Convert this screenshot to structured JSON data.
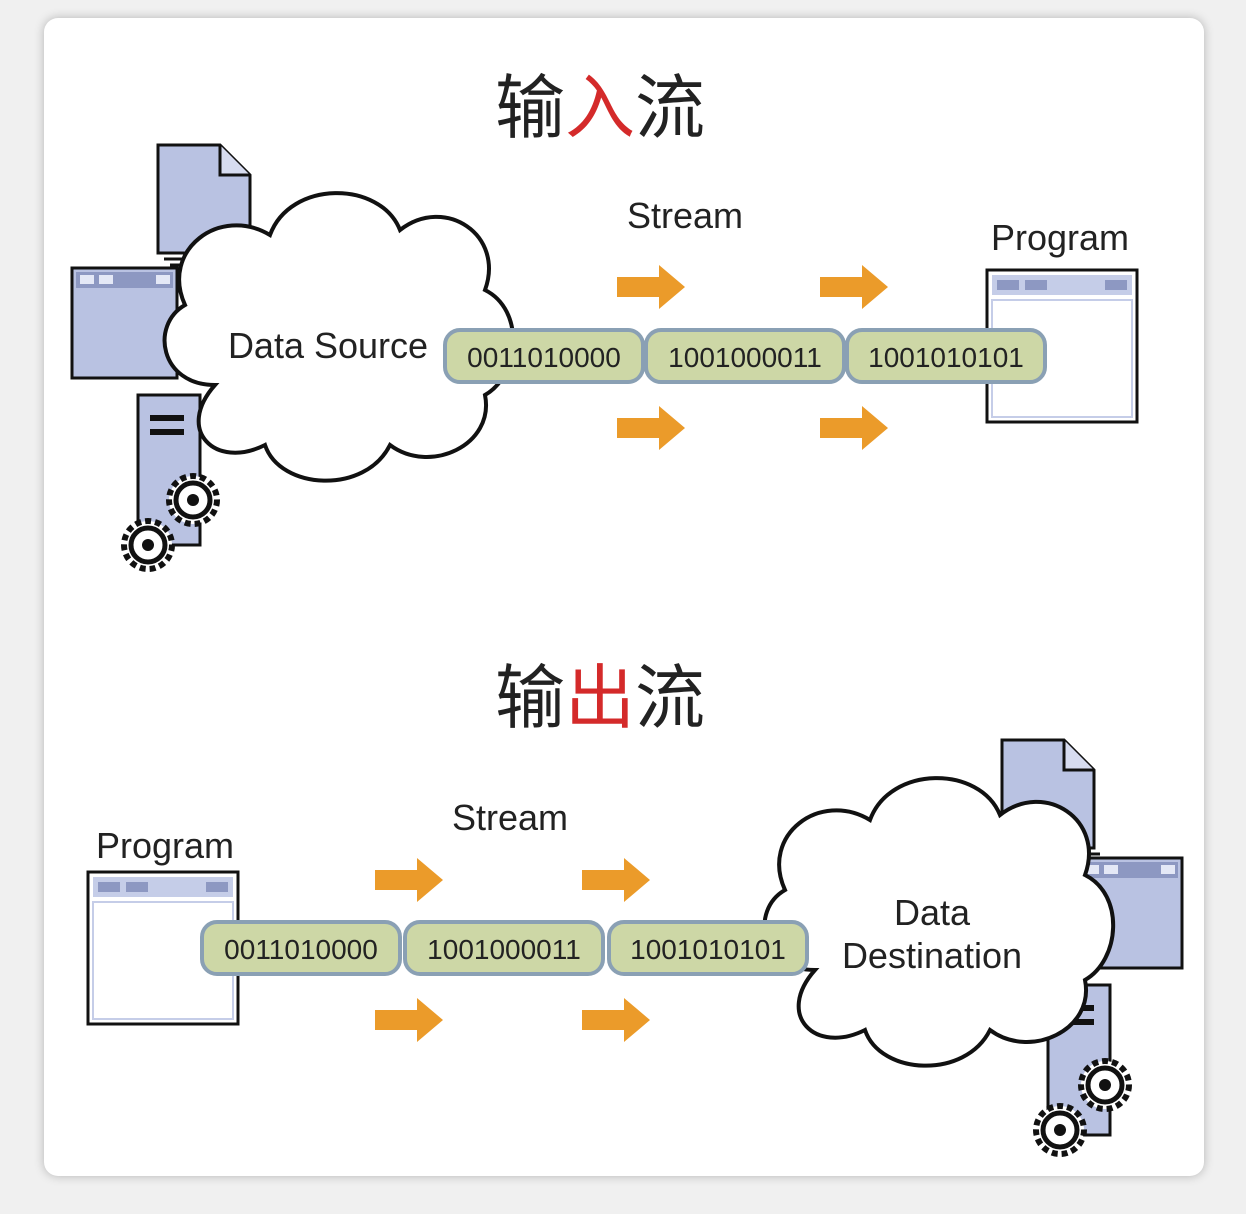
{
  "input_section": {
    "title_prefix": "输",
    "title_accent": "入",
    "title_suffix": "流",
    "stream_label": "Stream",
    "source_label": "Data Source",
    "target_label": "Program",
    "bits": [
      "0011010000",
      "1001000011",
      "1001010101"
    ]
  },
  "output_section": {
    "title_prefix": "输",
    "title_accent": "出",
    "title_suffix": "流",
    "stream_label": "Stream",
    "source_label": "Program",
    "target_label_line1": "Data",
    "target_label_line2": "Destination",
    "bits": [
      "0011010000",
      "1001000011",
      "1001010101"
    ]
  },
  "colors": {
    "accent_text": "#d42a2a",
    "arrow": "#eb9b2a",
    "bit_fill": "#cdd7a6",
    "bit_stroke": "#8aa0b4",
    "icon_fill": "#b9c2e2",
    "icon_titlebar": "#8d98c2"
  }
}
